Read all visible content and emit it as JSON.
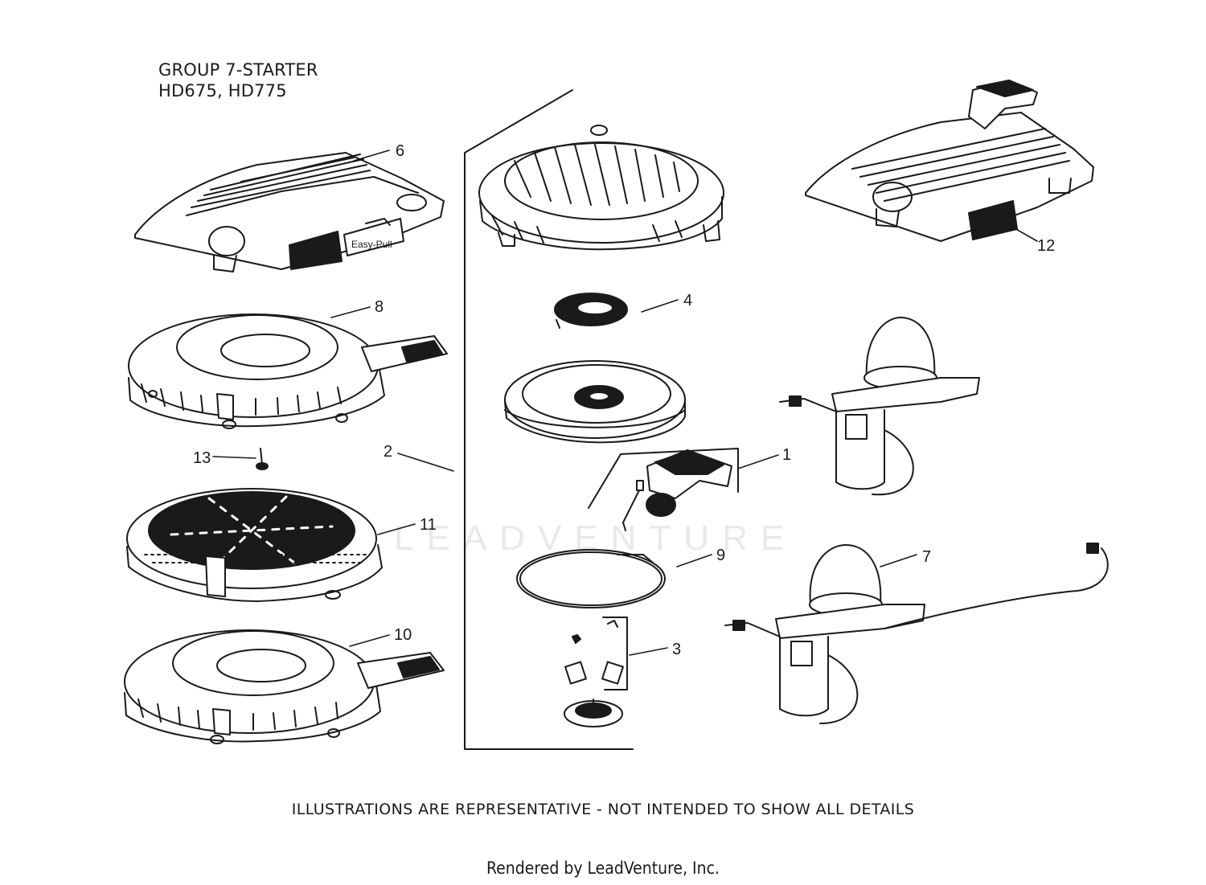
{
  "header": {
    "group_title": "GROUP 7-STARTER",
    "models": "HD675, HD775"
  },
  "watermark": "LEADVENTURE",
  "footer": {
    "disclaimer": "ILLUSTRATIONS ARE REPRESENTATIVE - NOT INTENDED TO SHOW ALL DETAILS",
    "rendered_by": "Rendered by LeadVenture, Inc."
  },
  "parts": {
    "p1": "1",
    "p2": "2",
    "p3": "3",
    "p4": "4",
    "p6": "6",
    "p7": "7",
    "p8": "8",
    "p9": "9",
    "p10": "10",
    "p11": "11",
    "p12": "12",
    "p13": "13",
    "easy_pull": "Easy-Pull"
  },
  "colors": {
    "ink": "#1a1a1a",
    "watermark": "#e9e9e9"
  }
}
